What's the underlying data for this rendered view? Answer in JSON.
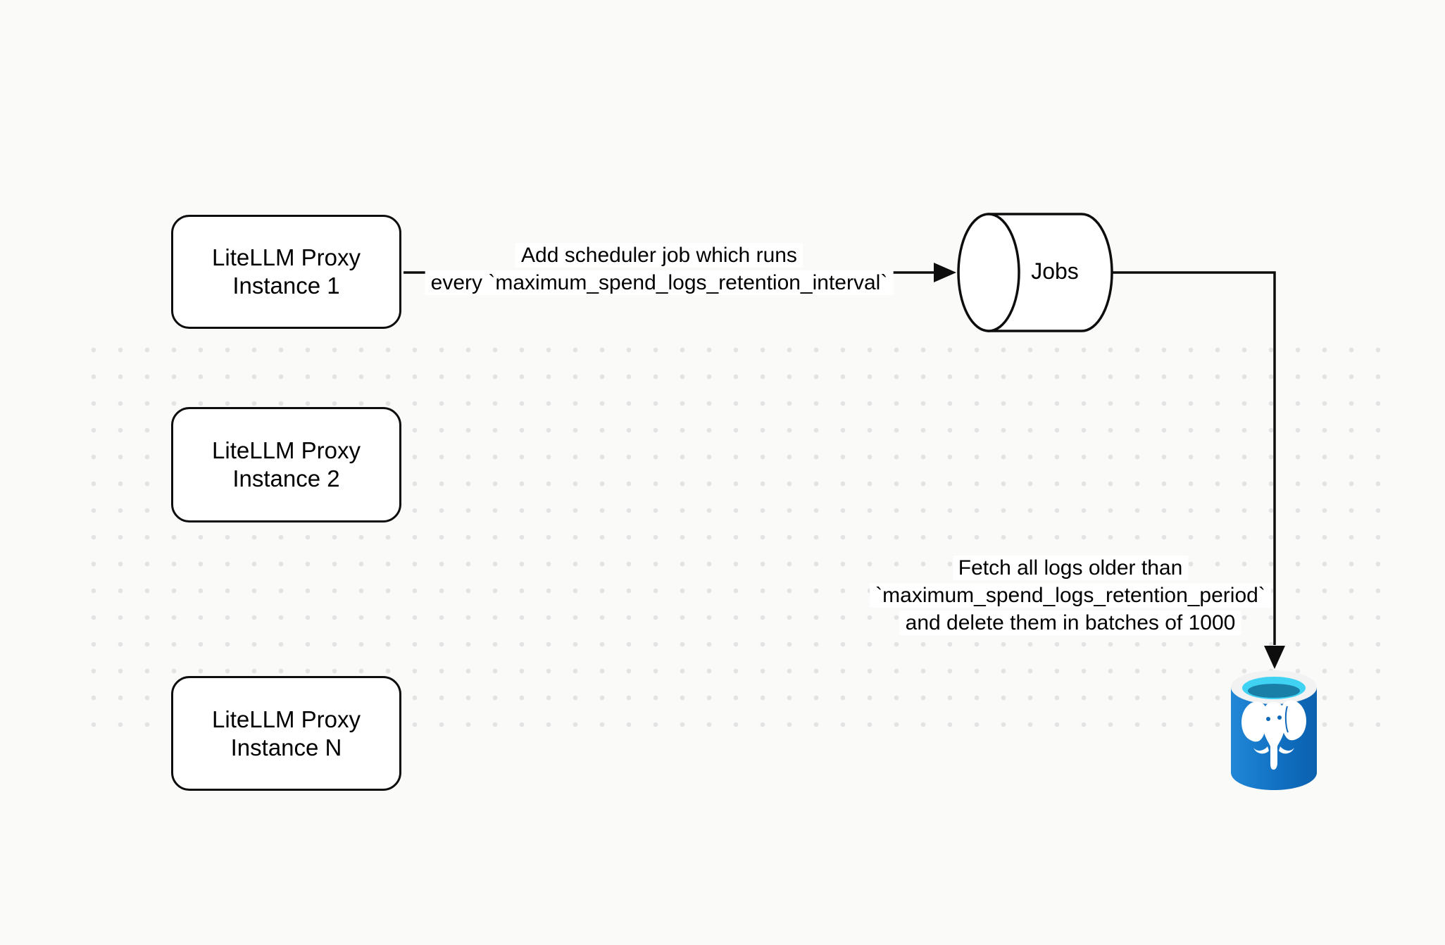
{
  "nodes": {
    "proxy1": {
      "label": "LiteLLM Proxy\nInstance 1"
    },
    "proxy2": {
      "label": "LiteLLM Proxy\nInstance 2"
    },
    "proxyN": {
      "label": "LiteLLM Proxy\nInstance N"
    },
    "jobs": {
      "label": "Jobs",
      "shape": "horizontal-cylinder"
    },
    "postgres": {
      "icon": "postgresql-database-icon"
    }
  },
  "edges": {
    "scheduler": {
      "label": "Add scheduler job which runs\nevery `maximum_spend_logs_retention_interval`"
    },
    "cleanup": {
      "label": "Fetch all logs older than\n`maximum_spend_logs_retention_period`\nand delete them in batches of 1000"
    }
  },
  "colors": {
    "background": "#fafaf9",
    "dot_grid": "#e3e3e3",
    "line": "#0d0d0d",
    "node_border": "#0d0d0d",
    "node_fill": "#ffffff",
    "postgres_body_light": "#2187d6",
    "postgres_body_dark": "#0b61ae",
    "postgres_rim": "#f2f2f2",
    "postgres_water_light": "#40d2f3",
    "postgres_water_dark": "#1a7fa6",
    "postgres_elephant": "#ffffff"
  }
}
